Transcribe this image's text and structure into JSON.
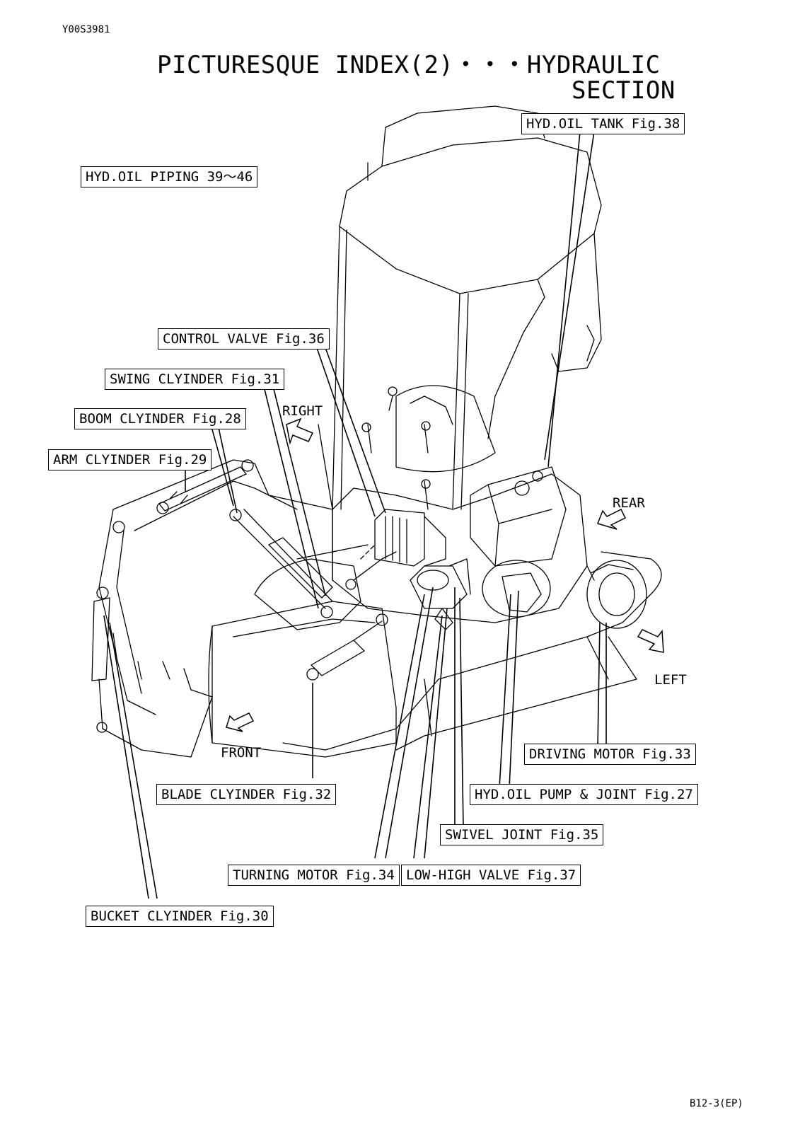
{
  "header": {
    "doc_code": "Y00S3981",
    "title_line1": "PICTURESQUE INDEX(2)・・・HYDRAULIC",
    "title_line2": "SECTION"
  },
  "labels": {
    "hyd_oil_tank": "HYD.OIL TANK Fig.38",
    "hyd_oil_piping": "HYD.OIL PIPING 39～46",
    "control_valve": "CONTROL VALVE Fig.36",
    "swing_cylinder": "SWING CLYINDER Fig.31",
    "boom_cylinder": "BOOM CLYINDER Fig.28",
    "arm_cylinder": "ARM CLYINDER Fig.29",
    "driving_motor": "DRIVING MOTOR Fig.33",
    "hyd_oil_pump_joint": "HYD.OIL PUMP & JOINT Fig.27",
    "blade_cylinder": "BLADE CLYINDER Fig.32",
    "swivel_joint": "SWIVEL JOINT Fig.35",
    "turning_motor": "TURNING MOTOR Fig.34",
    "low_high_valve": "LOW-HIGH VALVE Fig.37",
    "bucket_cylinder": "BUCKET CLYINDER Fig.30"
  },
  "directions": {
    "right": "RIGHT",
    "rear": "REAR",
    "left": "LEFT",
    "front": "FRONT"
  },
  "footer": {
    "page_code": "B12-3(EP)"
  }
}
